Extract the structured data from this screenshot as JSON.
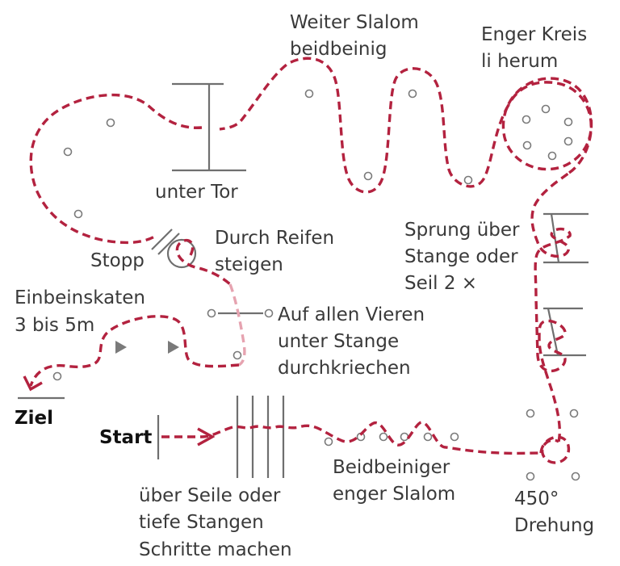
{
  "colors": {
    "path": "#b3223f",
    "path_faded": "#e6a3b0",
    "obstacle": "#6f6f6f",
    "cone": "#7a7a7a",
    "arrow": "#7a7a7a",
    "text": "#3a3a3a"
  },
  "labels": {
    "weiter_slalom": [
      "Weiter Slalom",
      "beidbeinig"
    ],
    "enger_kreis": [
      "Enger Kreis",
      "li herum"
    ],
    "unter_tor": "unter Tor",
    "sprung": [
      "Sprung über",
      "Stange oder",
      "Seil 2 ×"
    ],
    "reifen": [
      "Durch Reifen",
      "steigen"
    ],
    "stopp": "Stopp",
    "einbein": [
      "Einbeinskaten",
      "3 bis 5m"
    ],
    "vieren": [
      "Auf allen Vieren",
      "unter Stange",
      "durchkriechen"
    ],
    "ziel": "Ziel",
    "start": "Start",
    "seile": [
      "über Seile oder",
      "tiefe Stangen",
      "Schritte machen"
    ],
    "slalom_eng": [
      "Beidbeiniger",
      "enger Slalom"
    ],
    "drehung": [
      "450°",
      "Drehung"
    ]
  }
}
